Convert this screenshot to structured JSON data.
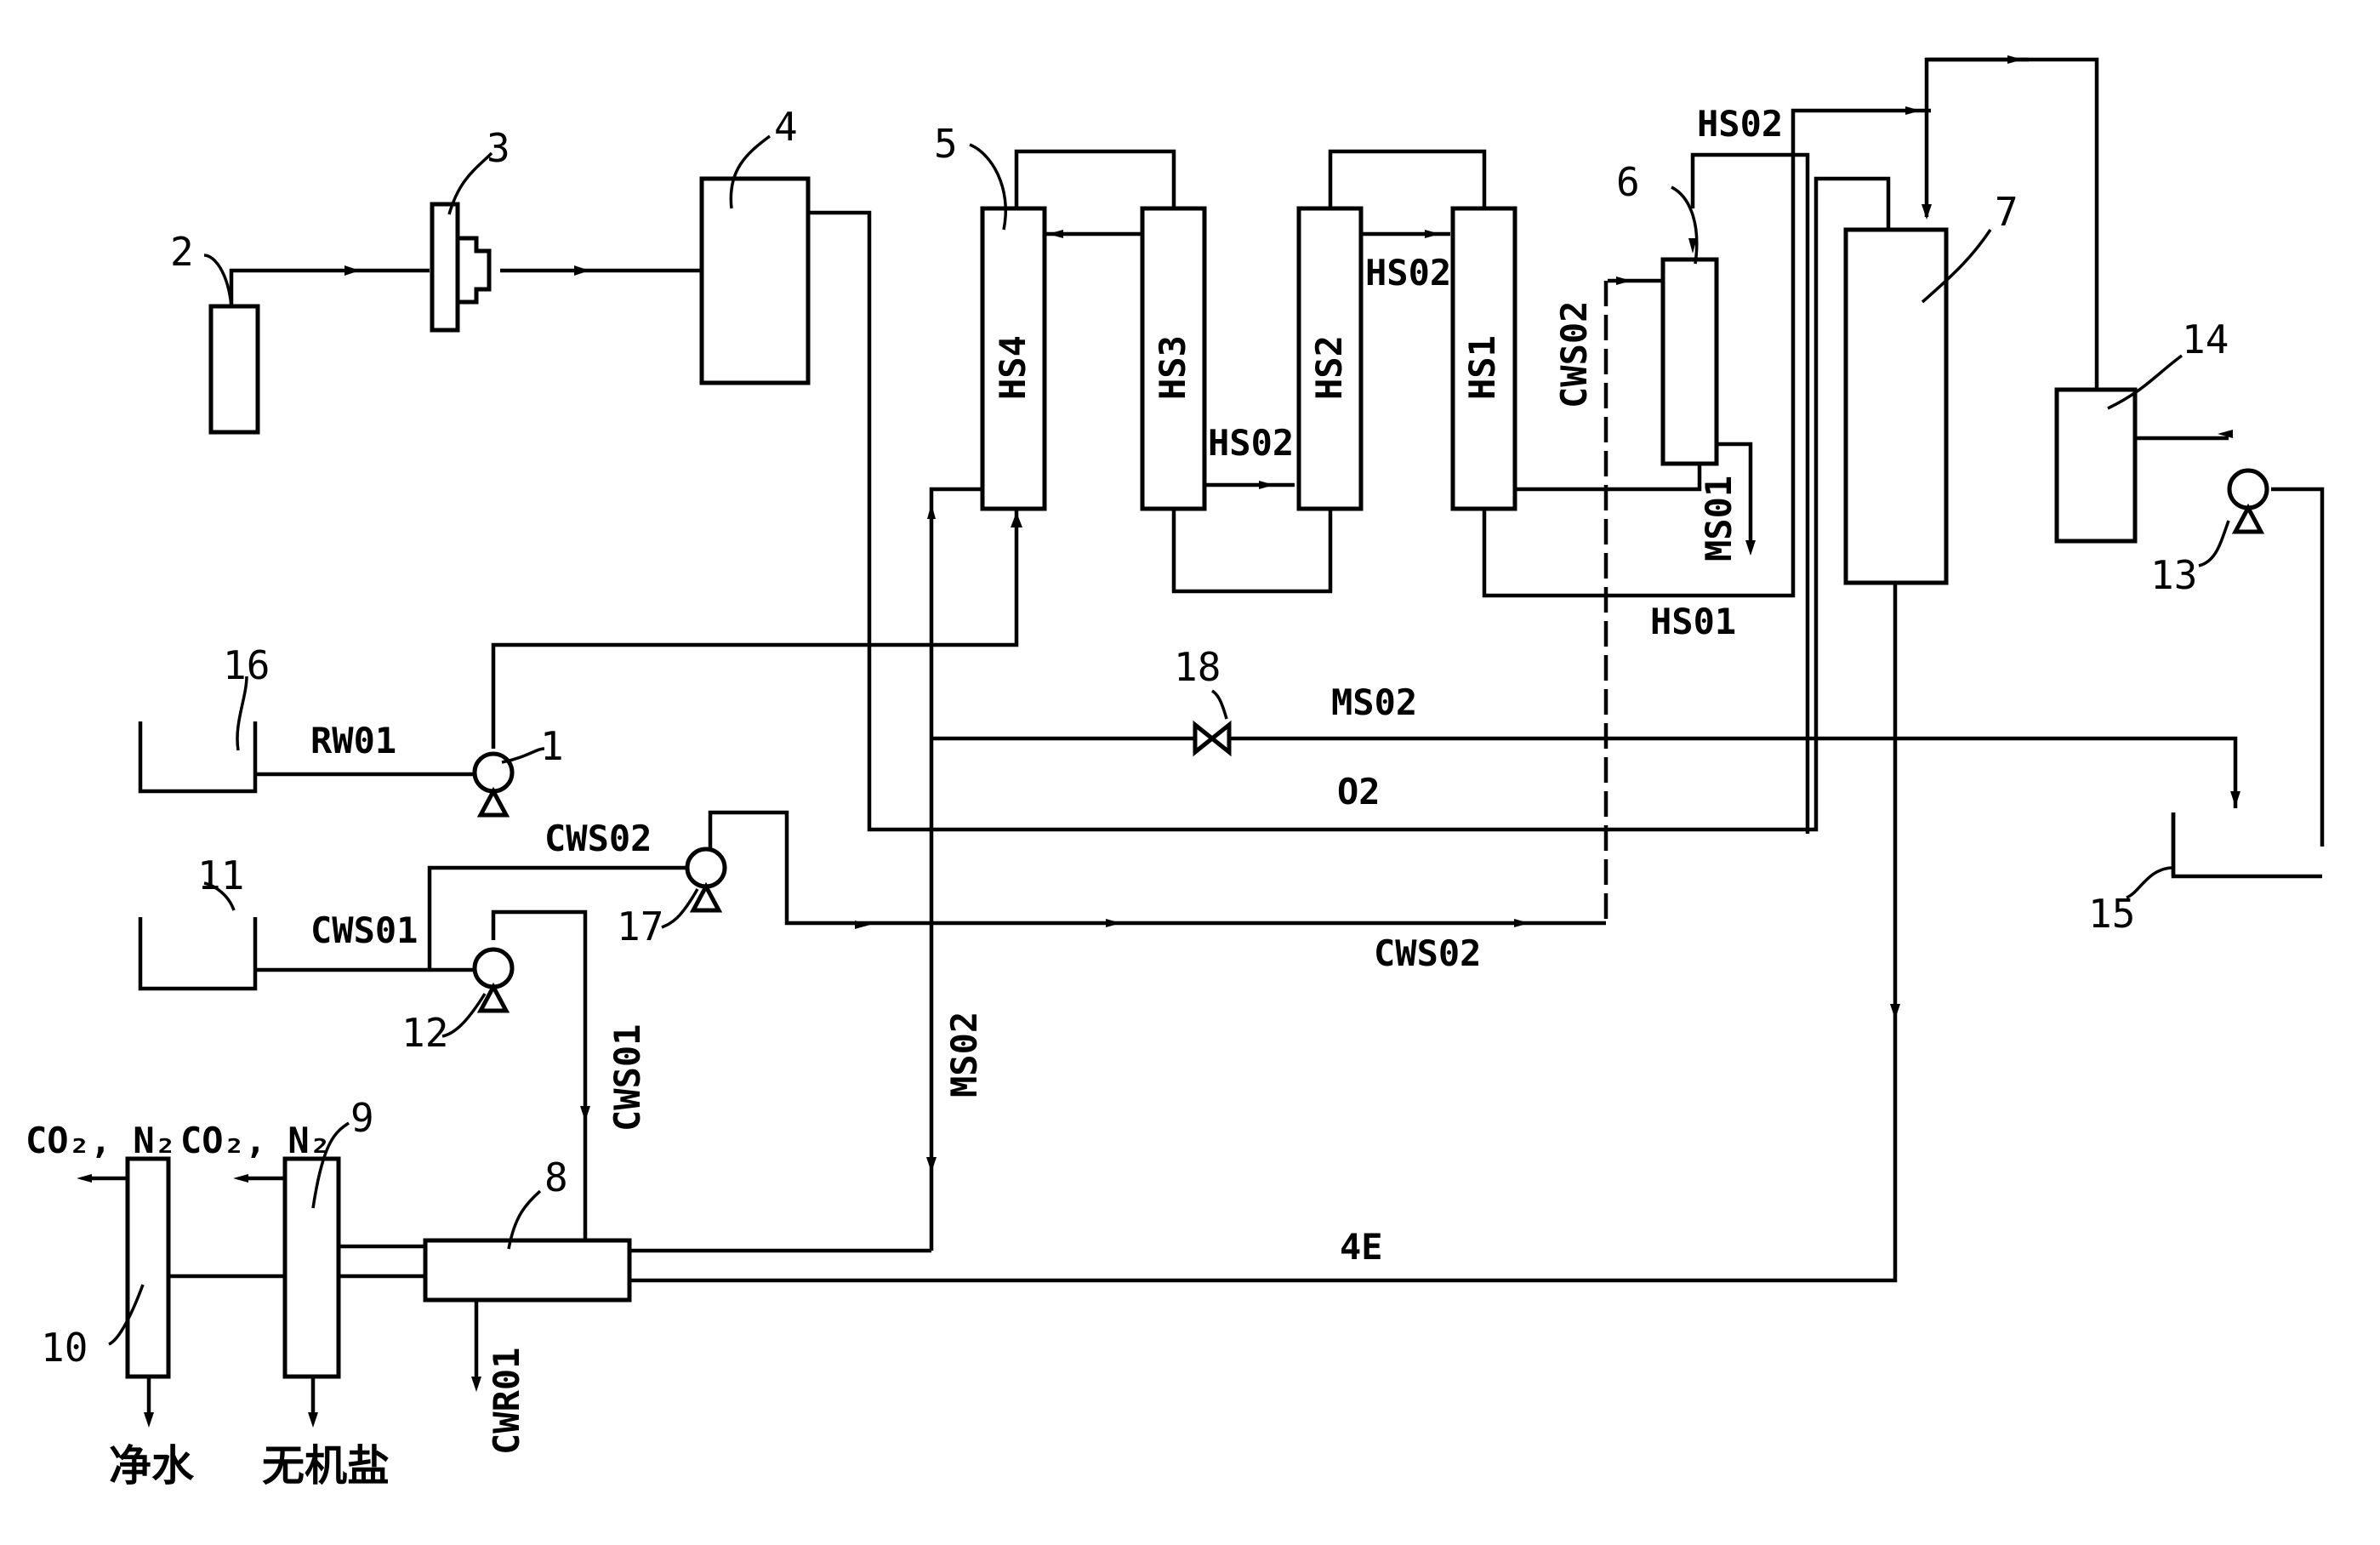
{
  "components": {
    "c1": "1",
    "c2": "2",
    "c3": "3",
    "c4": "4",
    "c5": "5",
    "c6": "6",
    "c7": "7",
    "c8": "8",
    "c9": "9",
    "c10": "10",
    "c11": "11",
    "c12": "12",
    "c13": "13",
    "c14": "14",
    "c15": "15",
    "c16": "16",
    "c17": "17",
    "c18": "18"
  },
  "columns": {
    "hs1": "HS1",
    "hs2": "HS2",
    "hs3": "HS3",
    "hs4": "HS4"
  },
  "streams": {
    "rw01": "RW01",
    "cws01": "CWS01",
    "cws02": "CWS02",
    "hs01": "HS01",
    "hs02": "HS02",
    "ms01": "MS01",
    "ms02": "MS02",
    "o2": "O2",
    "s4e": "4E",
    "cwr01": "CWR01",
    "gas": "CO₂, N₂"
  },
  "outputs": {
    "clean_water": "净水",
    "inorganic_salt": "无机盐"
  }
}
